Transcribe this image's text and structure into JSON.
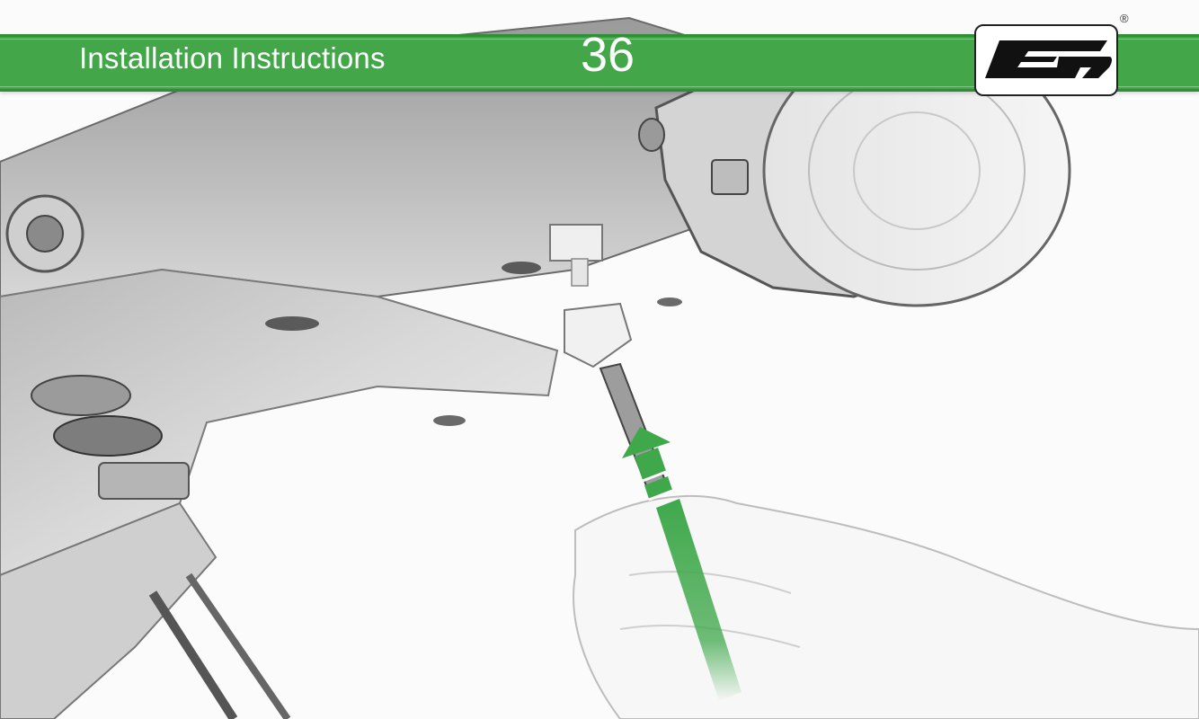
{
  "header": {
    "title": "Installation Instructions",
    "page_number": "36"
  },
  "logo": {
    "registered_mark": "®"
  },
  "colors": {
    "brand_green": "#43a74a",
    "brand_green_dark": "#2f8f37",
    "arrow_green": "#3fa84b"
  },
  "illustration": {
    "description_icon": "motorcycle-tail-connector-illustration",
    "arrow_icon": "up-arrow-icon"
  }
}
